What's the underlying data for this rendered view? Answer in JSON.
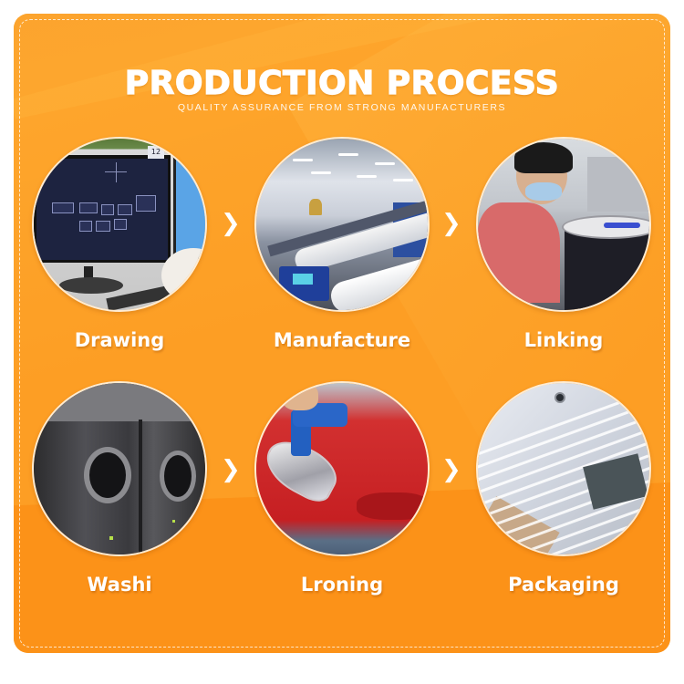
{
  "header": {
    "title": "PRODUCTION PROCESS",
    "subtitle": "QUALITY ASSURANCE FROM STRONG MANUFACTURERS"
  },
  "colors": {
    "background_orange": "#fd9e24",
    "background_orange_light": "#fda82f",
    "background_orange_dark": "#fc9218",
    "text": "#ffffff",
    "stitch": "#ffffff"
  },
  "steps": [
    {
      "label": "Drawing",
      "image": "computer-monitor-cad-drawing",
      "monitor_badge": "12"
    },
    {
      "label": "Manufacture",
      "image": "textile-looms-factory"
    },
    {
      "label": "Linking",
      "image": "worker-linking-machine"
    },
    {
      "label": "Washi",
      "image": "industrial-washing-machines"
    },
    {
      "label": "Lroning",
      "image": "ironing-red-garment"
    },
    {
      "label": "Packaging",
      "image": "packaged-white-shirt"
    }
  ],
  "arrows": [
    {
      "icon": "chevron-right-icon",
      "glyph": "❯"
    },
    {
      "icon": "chevron-right-icon",
      "glyph": "❯"
    },
    {
      "icon": "chevron-right-icon",
      "glyph": "❯"
    },
    {
      "icon": "chevron-right-icon",
      "glyph": "❯"
    }
  ]
}
